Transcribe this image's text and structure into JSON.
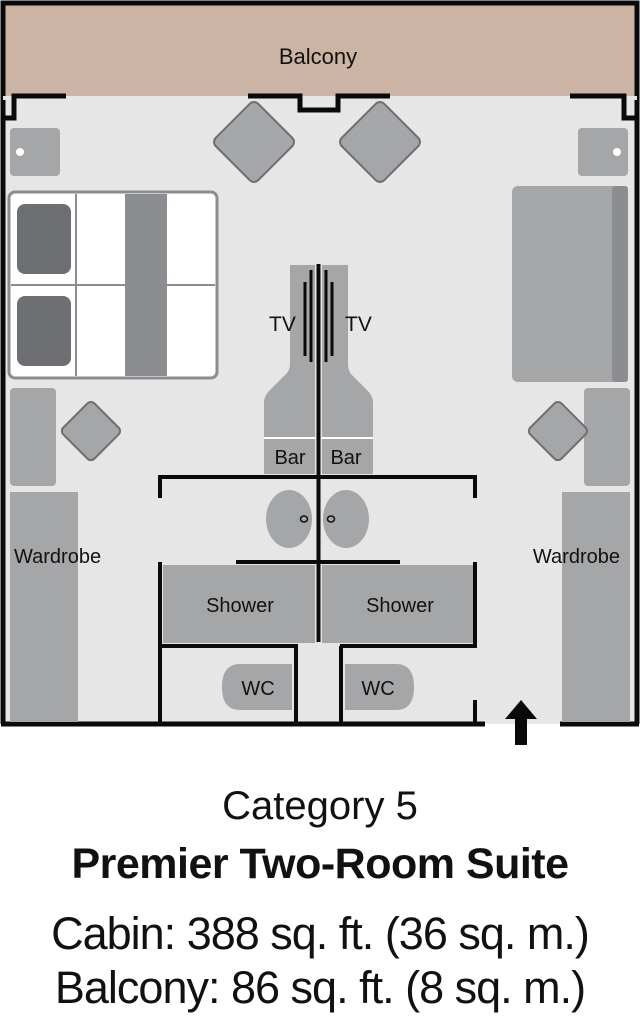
{
  "plan": {
    "balcony_label": "Balcony",
    "tv_left": "TV",
    "tv_right": "TV",
    "bar_left": "Bar",
    "bar_right": "Bar",
    "wardrobe_left": "Wardrobe",
    "wardrobe_right": "Wardrobe",
    "shower_left": "Shower",
    "shower_right": "Shower",
    "wc_left": "WC",
    "wc_right": "WC",
    "entrance_icon": "arrow-up-icon"
  },
  "caption": {
    "category": "Category 5",
    "title": "Premier Two-Room Suite",
    "cabin_size": "Cabin: 388 sq. ft. (36 sq. m.)",
    "balcony_size": "Balcony: 86 sq. ft. (8 sq. m.)"
  },
  "colors": {
    "balcony_fill": "#cbb4a3",
    "floor": "#e6e6e7",
    "furniture": "#a5a6a8",
    "furniture_dark": "#6e6f72",
    "wall": "#0a0a0a"
  }
}
